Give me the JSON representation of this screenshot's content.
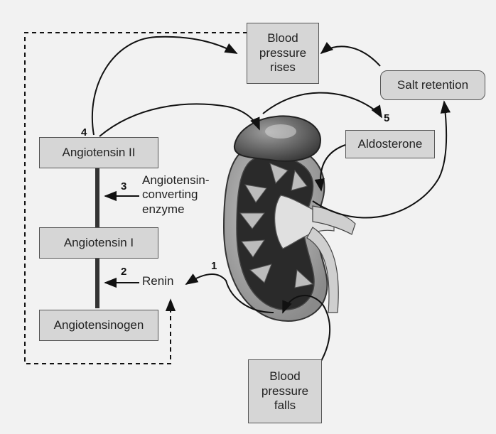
{
  "nodes": {
    "bp_rises": "Blood\npressure\nrises",
    "salt_retention": "Salt retention",
    "aldosterone": "Aldosterone",
    "angiotensin_ii": "Angiotensin II",
    "angiotensin_i": "Angiotensin I",
    "angiotensinogen": "Angiotensinogen",
    "bp_falls": "Blood\npressure\nfalls"
  },
  "labels": {
    "ace": "Angiotensin-\nconverting\nenzyme",
    "renin": "Renin"
  },
  "steps": [
    "1",
    "2",
    "3",
    "4",
    "5"
  ]
}
